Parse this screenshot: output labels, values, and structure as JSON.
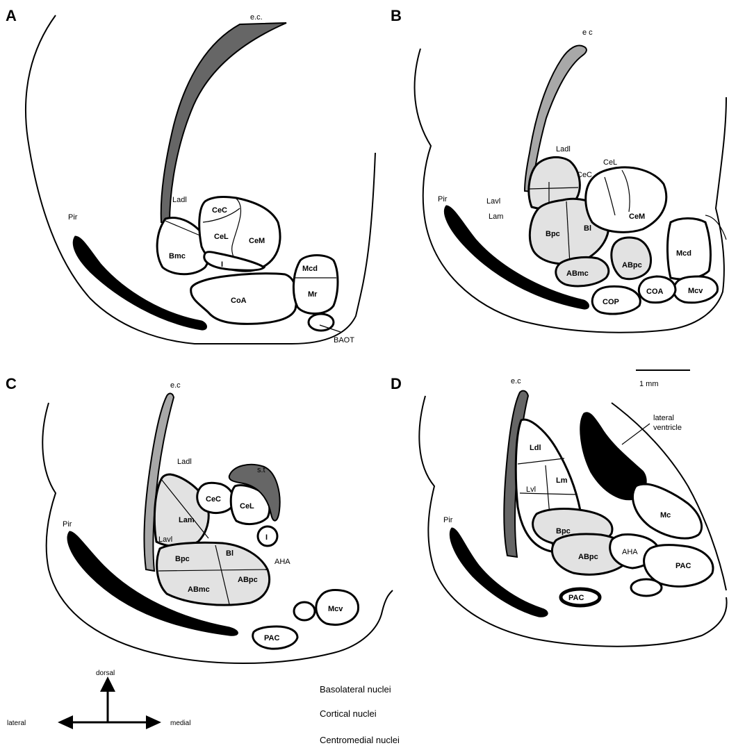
{
  "panels": {
    "a": {
      "letter": "A",
      "labels": {
        "ec": "e.c.",
        "pir": "Pir",
        "ladl": "Ladl",
        "cec": "CeC",
        "cel": "CeL",
        "cem": "CeM",
        "bmc": "Bmc",
        "i": "I",
        "mcd": "Mcd",
        "mr": "Mr",
        "coa": "CoA",
        "baot": "BAOT"
      }
    },
    "b": {
      "letter": "B",
      "labels": {
        "ec": "e c",
        "pir": "Pir",
        "ladl": "Ladl",
        "cec": "CeC",
        "cel": "CeL",
        "cem": "CeM",
        "lavl": "Lavl",
        "lam": "Lam",
        "bpc": "Bpc",
        "bl": "Bl",
        "abpc": "ABpc",
        "abmc": "ABmc",
        "mcd": "Mcd",
        "mcv": "Mcv",
        "coa": "COA",
        "cop": "COP"
      }
    },
    "c": {
      "letter": "C",
      "labels": {
        "ec": "e.c",
        "pir": "Pir",
        "ladl": "Ladl",
        "st": "s.t",
        "cec": "CeC",
        "cel": "CeL",
        "lam": "Lam",
        "lavl": "Lavl",
        "i": "I",
        "bpc": "Bpc",
        "bl": "Bl",
        "aha": "AHA",
        "abpc": "ABpc",
        "abmc": "ABmc",
        "mcv": "Mcv",
        "pac": "PAC"
      }
    },
    "d": {
      "letter": "D",
      "labels": {
        "ec": "e.c",
        "pir": "Pir",
        "ldl": "Ldl",
        "lm": "Lm",
        "lvl": "Lvl",
        "lateral_ventricle_1": "lateral",
        "lateral_ventricle_2": "ventricle",
        "mc": "Mc",
        "bpc": "Bpc",
        "abpc": "ABpc",
        "aha": "AHA",
        "pac1": "PAC",
        "pac2": "PAC"
      }
    }
  },
  "scale_bar": {
    "label": "1 mm"
  },
  "orientation": {
    "dorsal": "dorsal",
    "lateral": "lateral",
    "medial": "medial"
  },
  "legend": {
    "items": [
      {
        "label": "Basolateral nuclei"
      },
      {
        "label": "Cortical nuclei"
      },
      {
        "label": "Centromedial nuclei"
      }
    ]
  }
}
